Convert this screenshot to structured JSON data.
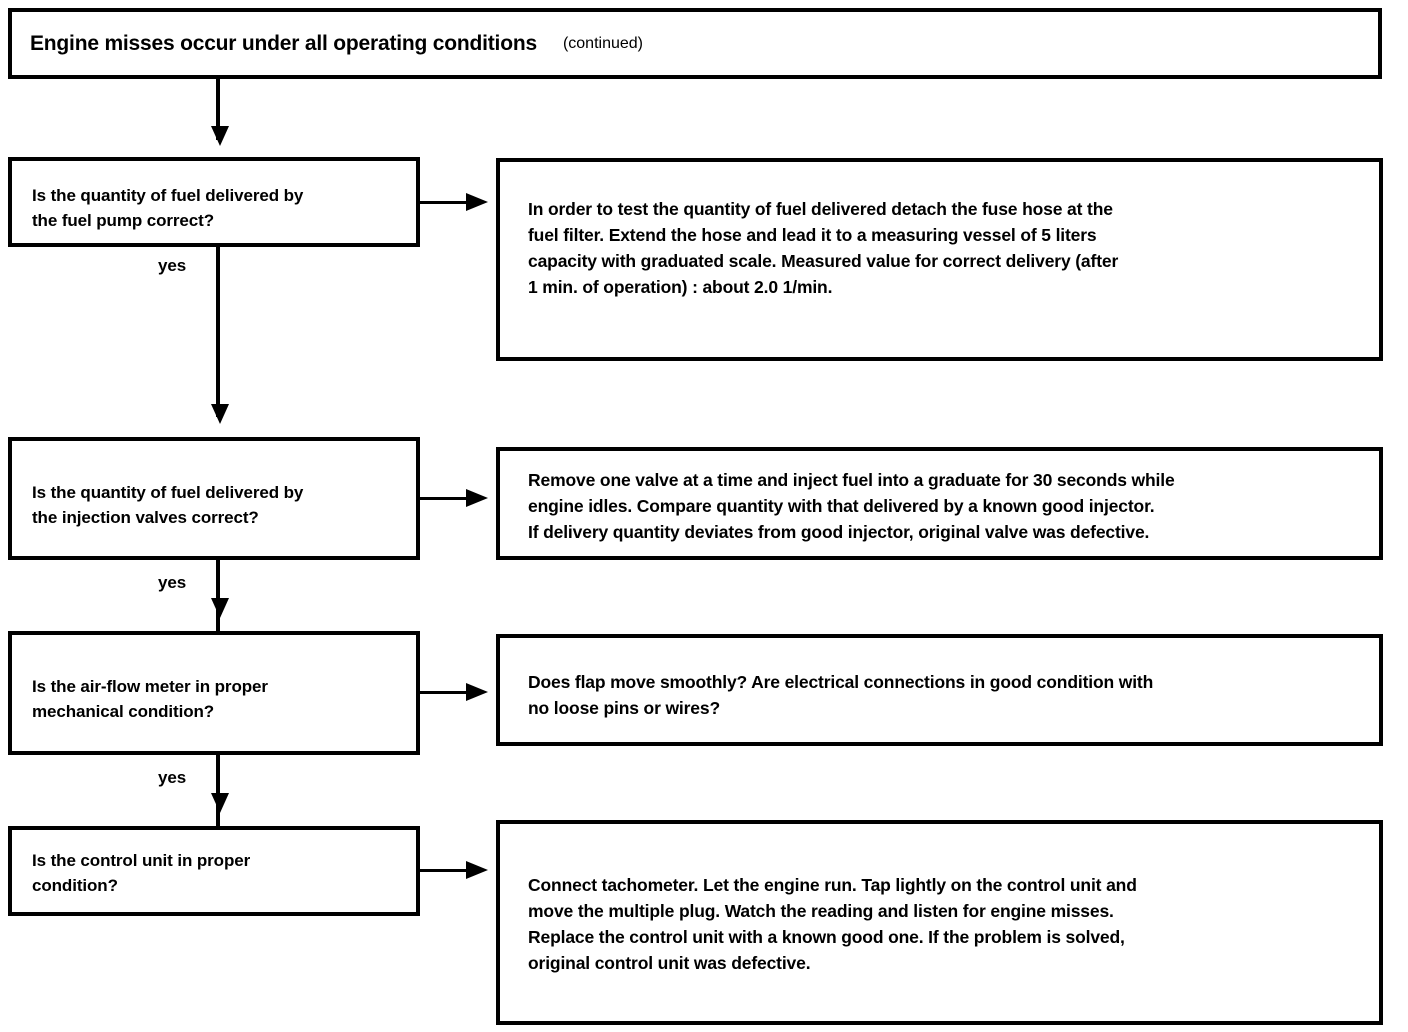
{
  "document": {
    "kind": "troubleshooting-flowchart",
    "title": "Engine misses occur under all operating conditions",
    "title_suffix": "(continued)"
  },
  "flow": {
    "yes_label": "yes",
    "steps": [
      {
        "id": "fuel-pump",
        "question": "Is the quantity of fuel delivered by\nthe fuel pump correct?",
        "answer": "In order to test the quantity of fuel delivered detach the fuse hose  at the\nfuel filter. Extend the hose and lead it to a measuring vessel of 5 liters\ncapacity with graduated scale. Measured value for correct delivery  (after\n1 min. of operation) :  about 2.0 1/min.",
        "branch_label": "yes"
      },
      {
        "id": "injection-valves",
        "question": "Is the quantity of fuel delivered by\nthe injection valves correct?",
        "answer": "Remove one valve at a time and inject fuel into a graduate for 30 seconds while\nengine idles. Compare quantity with that delivered by a known good injector.\nIf delivery quantity deviates from good injector, original valve was defective.",
        "branch_label": "yes"
      },
      {
        "id": "air-flow-meter",
        "question": "Is the air-flow meter in proper\nmechanical condition?",
        "answer": "Does flap move smoothly?  Are electrical connections in good  condition  with\nno loose pins or wires?",
        "branch_label": "yes"
      },
      {
        "id": "control-unit",
        "question": "Is the control unit in proper\ncondition?",
        "answer": "Connect tachometer.  Let the engine run. Tap lightly on the control unit and\nmove the multiple plug.  Watch the reading and listen for engine  misses.\nReplace the control unit with a known good one.  If the problem is solved,\noriginal control unit was defective.",
        "branch_label": ""
      }
    ]
  },
  "colors": {
    "ink": "#000000",
    "paper": "#ffffff"
  }
}
